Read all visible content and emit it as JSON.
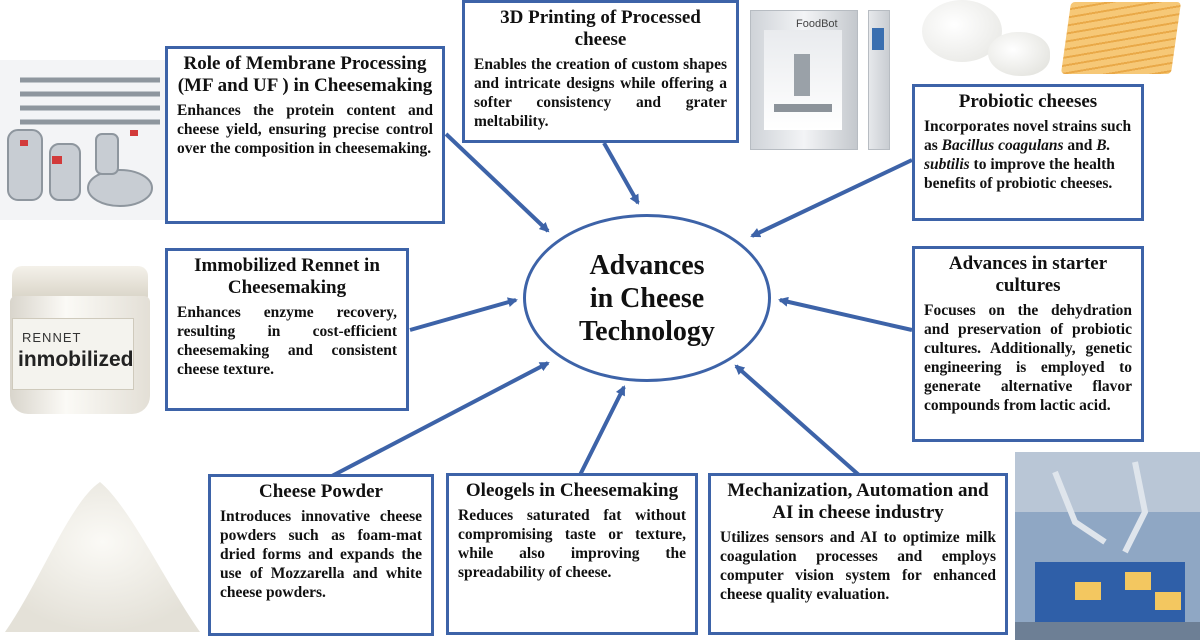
{
  "hub": {
    "lines": [
      "Advances",
      "in Cheese",
      "Technology"
    ]
  },
  "boxes": {
    "membrane": {
      "title": "Role of Membrane Processing (MF and UF ) in Cheesemaking",
      "body": "Enhances the protein content and cheese yield, ensuring precise control over the composition in cheesemaking."
    },
    "printing": {
      "title": "3D Printing of Processed cheese",
      "body": "Enables the creation of custom shapes and intricate designs while offering a softer consistency and grater meltability."
    },
    "probiotic": {
      "title": "Probiotic cheeses",
      "body_pre": "Incorporates novel strains such as ",
      "species1": "Bacillus coagulans",
      "body_mid": " and ",
      "species2": "B. subtilis",
      "body_post": " to improve the health benefits of probiotic cheeses."
    },
    "rennet": {
      "title": "Immobilized Rennet in Cheesemaking",
      "body": "Enhances enzyme recovery, resulting in cost-efficient cheesemaking and consistent cheese texture."
    },
    "starter": {
      "title": "Advances in starter cultures",
      "body": "Focuses on the dehydration and preservation of probiotic cultures. Additionally, genetic engineering is employed to generate alternative flavor compounds from lactic acid."
    },
    "powder": {
      "title": "Cheese Powder",
      "body": "Introduces innovative cheese powders such as foam-mat dried forms and expands the use of Mozzarella and white cheese powders."
    },
    "oleogels": {
      "title": "Oleogels in Cheesemaking",
      "body": "Reduces saturated fat without compromising taste or texture, while also improving the spreadability of cheese."
    },
    "automation": {
      "title": "Mechanization, Automation and AI in cheese industry",
      "body": "Utilizes sensors and AI to optimize milk coagulation processes and employs computer vision system for enhanced cheese quality evaluation."
    }
  },
  "images": {
    "jar_label_top": "RENNET",
    "jar_label_main": "inmobilized",
    "printer_brand": "FoodBot"
  },
  "colors": {
    "accent": "#3d63a8",
    "text": "#111111",
    "background": "#ffffff"
  }
}
